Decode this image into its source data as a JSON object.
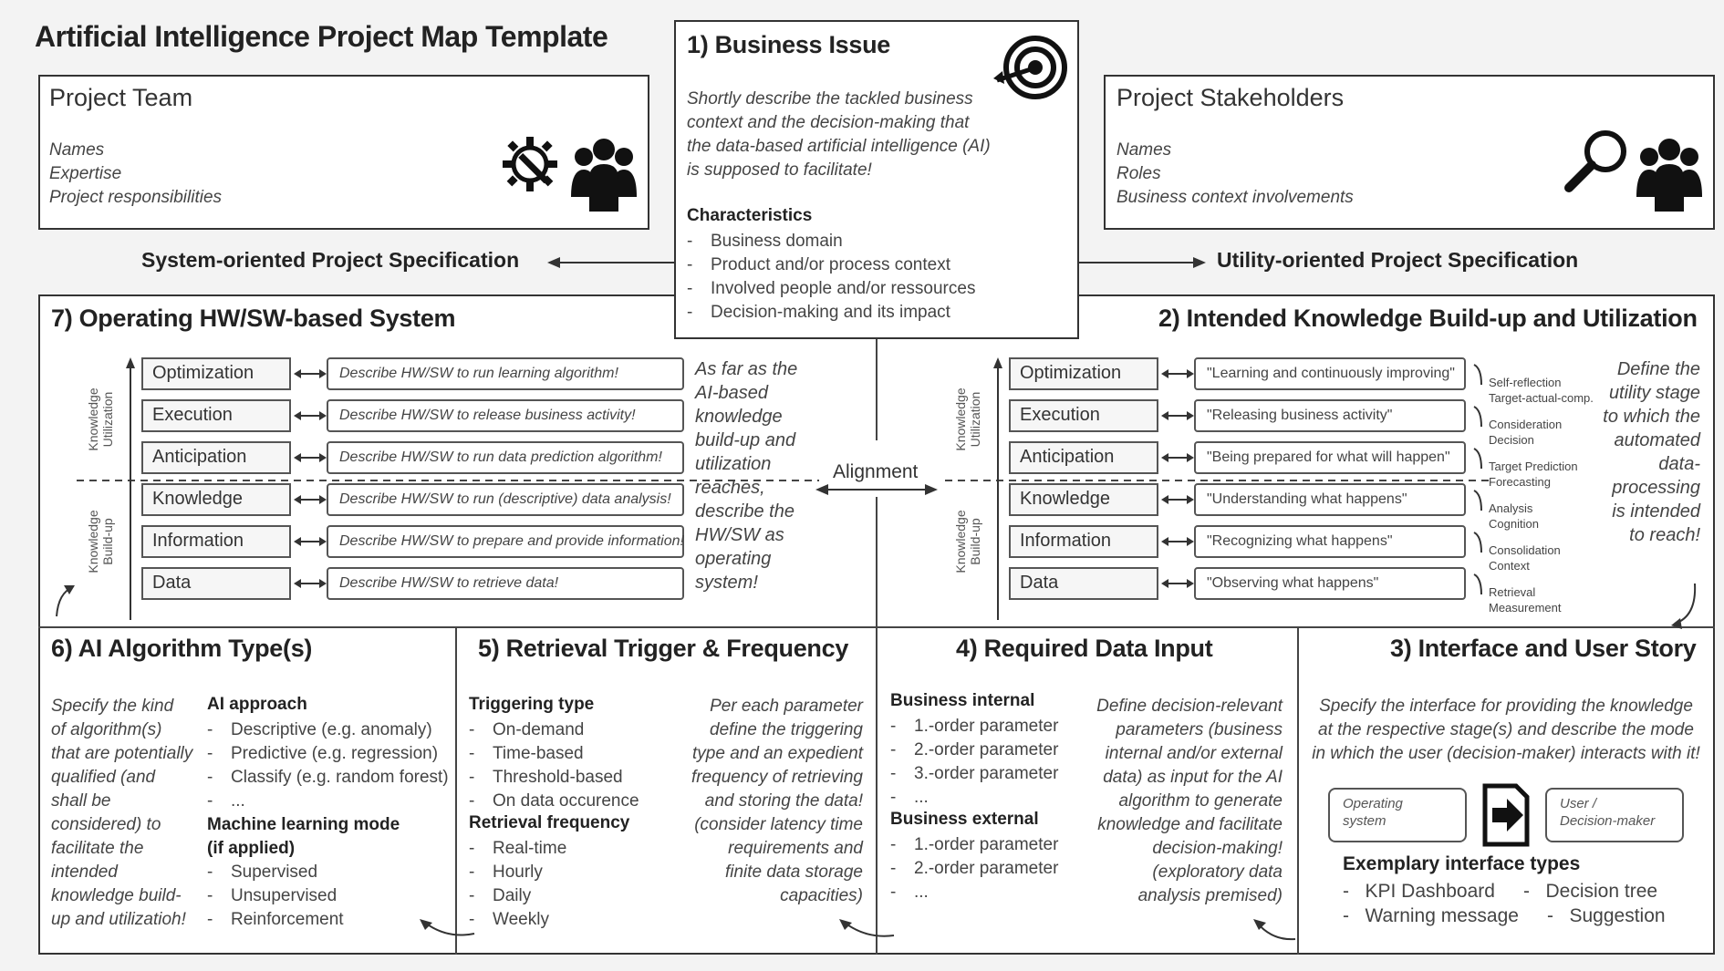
{
  "page_title": "Artificial Intelligence Project Map Template",
  "project_team": {
    "title": "Project Team",
    "lines": [
      "Names",
      "Expertise",
      "Project responsibilities"
    ]
  },
  "business_issue": {
    "title": "1) Business Issue",
    "lines": [
      "Shortly describe the tackled business",
      "context and the decision-making that",
      "the data-based artificial intelligence (AI)",
      "is supposed to facilitate!"
    ],
    "characteristics_title": "Characteristics",
    "characteristics": [
      "Business domain",
      "Product and/or process context",
      "Involved people and/or ressources",
      "Decision-making and its impact"
    ]
  },
  "project_stakeholders": {
    "title": "Project Stakeholders",
    "lines": [
      "Names",
      "Roles",
      "Business context involvements"
    ]
  },
  "system_spec_label": "System-oriented Project Specification",
  "utility_spec_label": "Utility-oriented Project Specification",
  "section7": {
    "title": "7) Operating HW/SW-based System",
    "levels": [
      "Optimization",
      "Execution",
      "Anticipation",
      "Knowledge",
      "Information",
      "Data"
    ],
    "descriptions": [
      "Describe HW/SW to run learning algorithm!",
      "Describe HW/SW to release business activity!",
      "Describe HW/SW to run data prediction algorithm!",
      "Describe HW/SW to run (descriptive) data analysis!",
      "Describe HW/SW to prepare and provide information!",
      "Describe HW/SW to retrieve data!"
    ],
    "note_lines": [
      "As far as the",
      "AI-based",
      "knowledge",
      "build-up and",
      "utilization",
      "reaches,",
      "describe the",
      "HW/SW as",
      "operating",
      "system!"
    ],
    "axis_top": [
      "Knowledge",
      "Utilization"
    ],
    "axis_bottom": [
      "Knowledge",
      "Build-up"
    ]
  },
  "alignment_label": "Alignment",
  "section2": {
    "title": "2) Intended Knowledge Build-up and Utilization",
    "levels": [
      "Optimization",
      "Execution",
      "Anticipation",
      "Knowledge",
      "Information",
      "Data"
    ],
    "descriptions": [
      "\"Learning and continuously improving\"",
      "\"Releasing business activity\"",
      "\"Being prepared for what will happen\"",
      "\"Understanding what happens\"",
      "\"Recognizing what happens\"",
      "\"Observing what happens\""
    ],
    "side_labels": [
      [
        "Self-reflection",
        "Target-actual-comp."
      ],
      [
        "Consideration",
        "Decision"
      ],
      [
        "Target Prediction",
        "Forecasting"
      ],
      [
        "Analysis",
        "Cognition"
      ],
      [
        "Consolidation",
        "Context"
      ],
      [
        "Retrieval",
        "Measurement"
      ]
    ],
    "note_lines": [
      "Define the",
      "utility stage",
      "to which the",
      "automated",
      "data-",
      "processing",
      "is intended",
      "to reach!"
    ],
    "axis_top": [
      "Knowledge",
      "Utilization"
    ],
    "axis_bottom": [
      "Knowledge",
      "Build-up"
    ]
  },
  "section6": {
    "title": "6) AI Algorithm Type(s)",
    "note_lines": [
      "Specify the kind",
      "of algorithm(s)",
      "that are potentially",
      "qualified (and",
      "shall be",
      "considered) to",
      "facilitate the",
      "intended",
      "knowledge build-",
      "up and utilizatioh!"
    ],
    "approach_title": "AI approach",
    "approach": [
      "Descriptive (e.g. anomaly)",
      "Predictive (e.g. regression)",
      "Classify (e.g. random forest)",
      "..."
    ],
    "ml_title_1": "Machine learning mode",
    "ml_title_2": "(if applied)",
    "ml": [
      "Supervised",
      "Unsupervised",
      "Reinforcement"
    ]
  },
  "section5": {
    "title": "5) Retrieval Trigger & Frequency",
    "trigger_title": "Triggering type",
    "triggers": [
      "On-demand",
      "Time-based",
      "Threshold-based",
      "On data occurence"
    ],
    "freq_title": "Retrieval frequency",
    "frequencies": [
      "Real-time",
      "Hourly",
      "Daily",
      "Weekly"
    ],
    "note_lines": [
      "Per each parameter",
      "define the triggering",
      "type and an expedient",
      "frequency of retrieving",
      "and storing the data!",
      "(consider latency time",
      "requirements and",
      "finite data storage",
      "capacities)"
    ]
  },
  "section4": {
    "title": "4) Required Data Input",
    "internal_title": "Business internal",
    "internal": [
      "1.-order parameter",
      "2.-order parameter",
      "3.-order parameter",
      "..."
    ],
    "external_title": "Business external",
    "external": [
      "1.-order parameter",
      "2.-order parameter",
      "..."
    ],
    "note_lines": [
      "Define decision-relevant",
      "parameters (business",
      "internal and/or external",
      "data) as input for the AI",
      "algorithm to generate",
      "knowledge and facilitate",
      "decision-making!",
      "(exploratory data",
      "analysis premised)"
    ]
  },
  "section3": {
    "title": "3) Interface and User Story",
    "note_lines": [
      "Specify the interface for providing the knowledge",
      "at the respective stage(s) and describe the mode",
      "in which the user (decision-maker) interacts with it!"
    ],
    "operating_system": [
      "Operating",
      "system"
    ],
    "user": [
      "User /",
      "Decision-maker"
    ],
    "types_title": "Exemplary interface types",
    "types": [
      "KPI Dashboard",
      "Decision tree",
      "Warning message",
      "Suggestion"
    ]
  },
  "icons": [
    "target-icon",
    "gear-wrench-icon",
    "team-icon",
    "magnifier-icon",
    "arrow-exit-icon"
  ]
}
